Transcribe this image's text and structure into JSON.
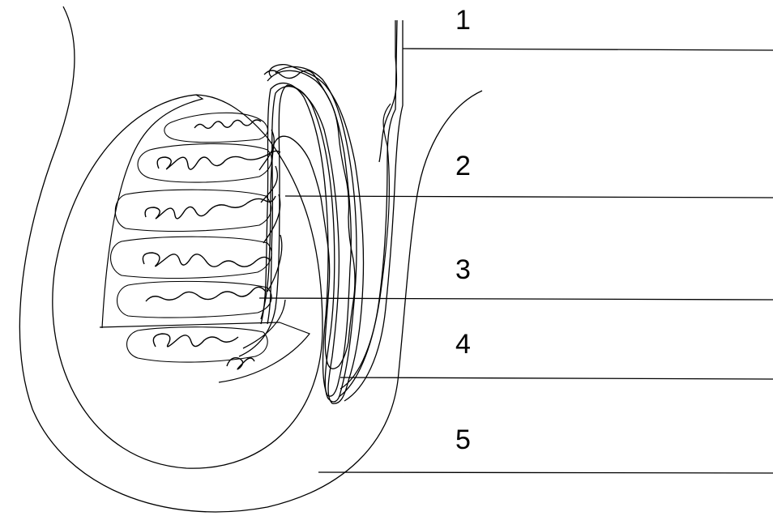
{
  "labels": [
    {
      "id": "label-1",
      "text": "1"
    },
    {
      "id": "label-2",
      "text": "2"
    },
    {
      "id": "label-3",
      "text": "3"
    },
    {
      "id": "label-4",
      "text": "4"
    },
    {
      "id": "label-5",
      "text": "5"
    }
  ],
  "colors": {
    "ink": "#000000",
    "background": "#ffffff"
  }
}
